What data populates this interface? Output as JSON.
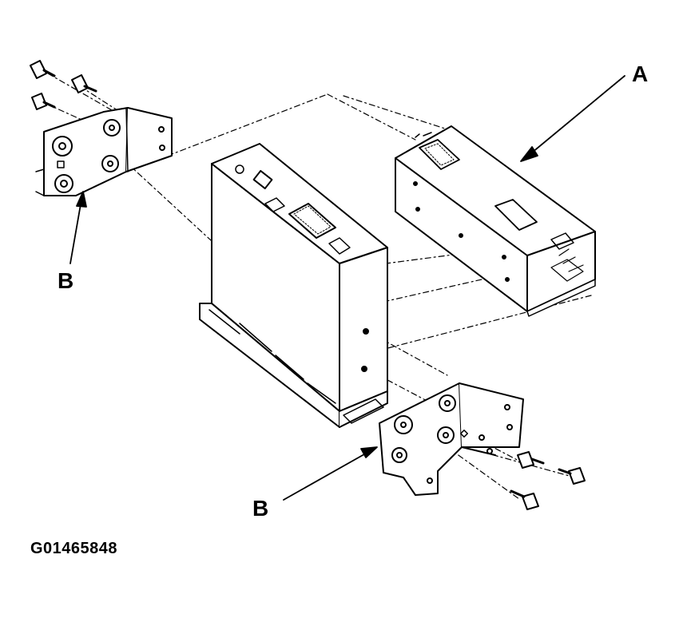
{
  "callouts": {
    "a": "A",
    "b_upper": "B",
    "b_lower": "B"
  },
  "figure_id": "G01465848",
  "parts": {
    "a": "unit-a",
    "b_upper": "mounting-bracket",
    "b_lower": "mounting-bracket"
  },
  "colors": {
    "line": "#000000",
    "background": "#ffffff"
  }
}
